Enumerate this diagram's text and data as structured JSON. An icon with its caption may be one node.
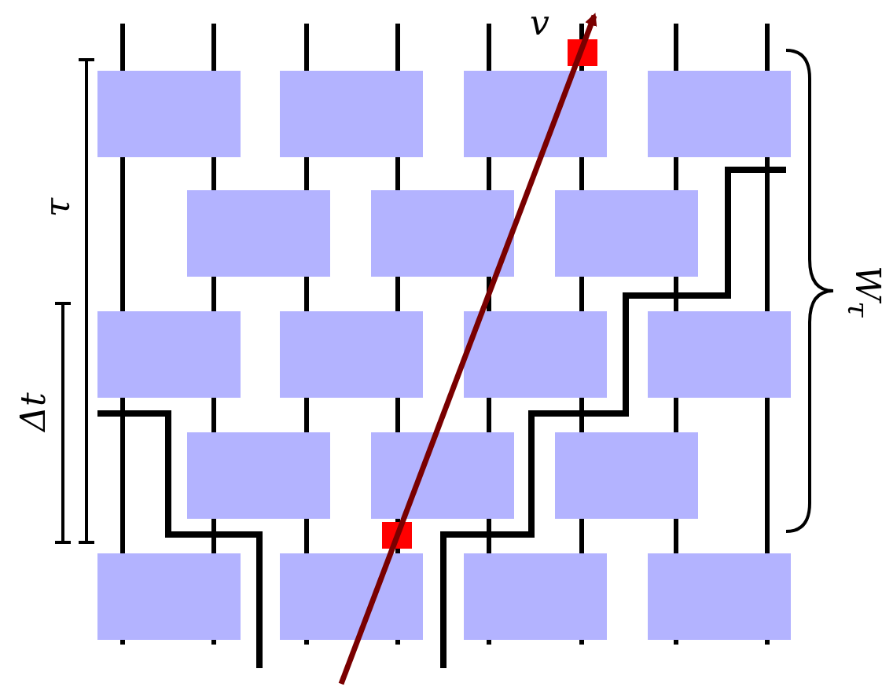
{
  "diagram": {
    "labels": [
      "v",
      "τ",
      "W$_{τ}$",
      "Δt"
    ]
  }
}
